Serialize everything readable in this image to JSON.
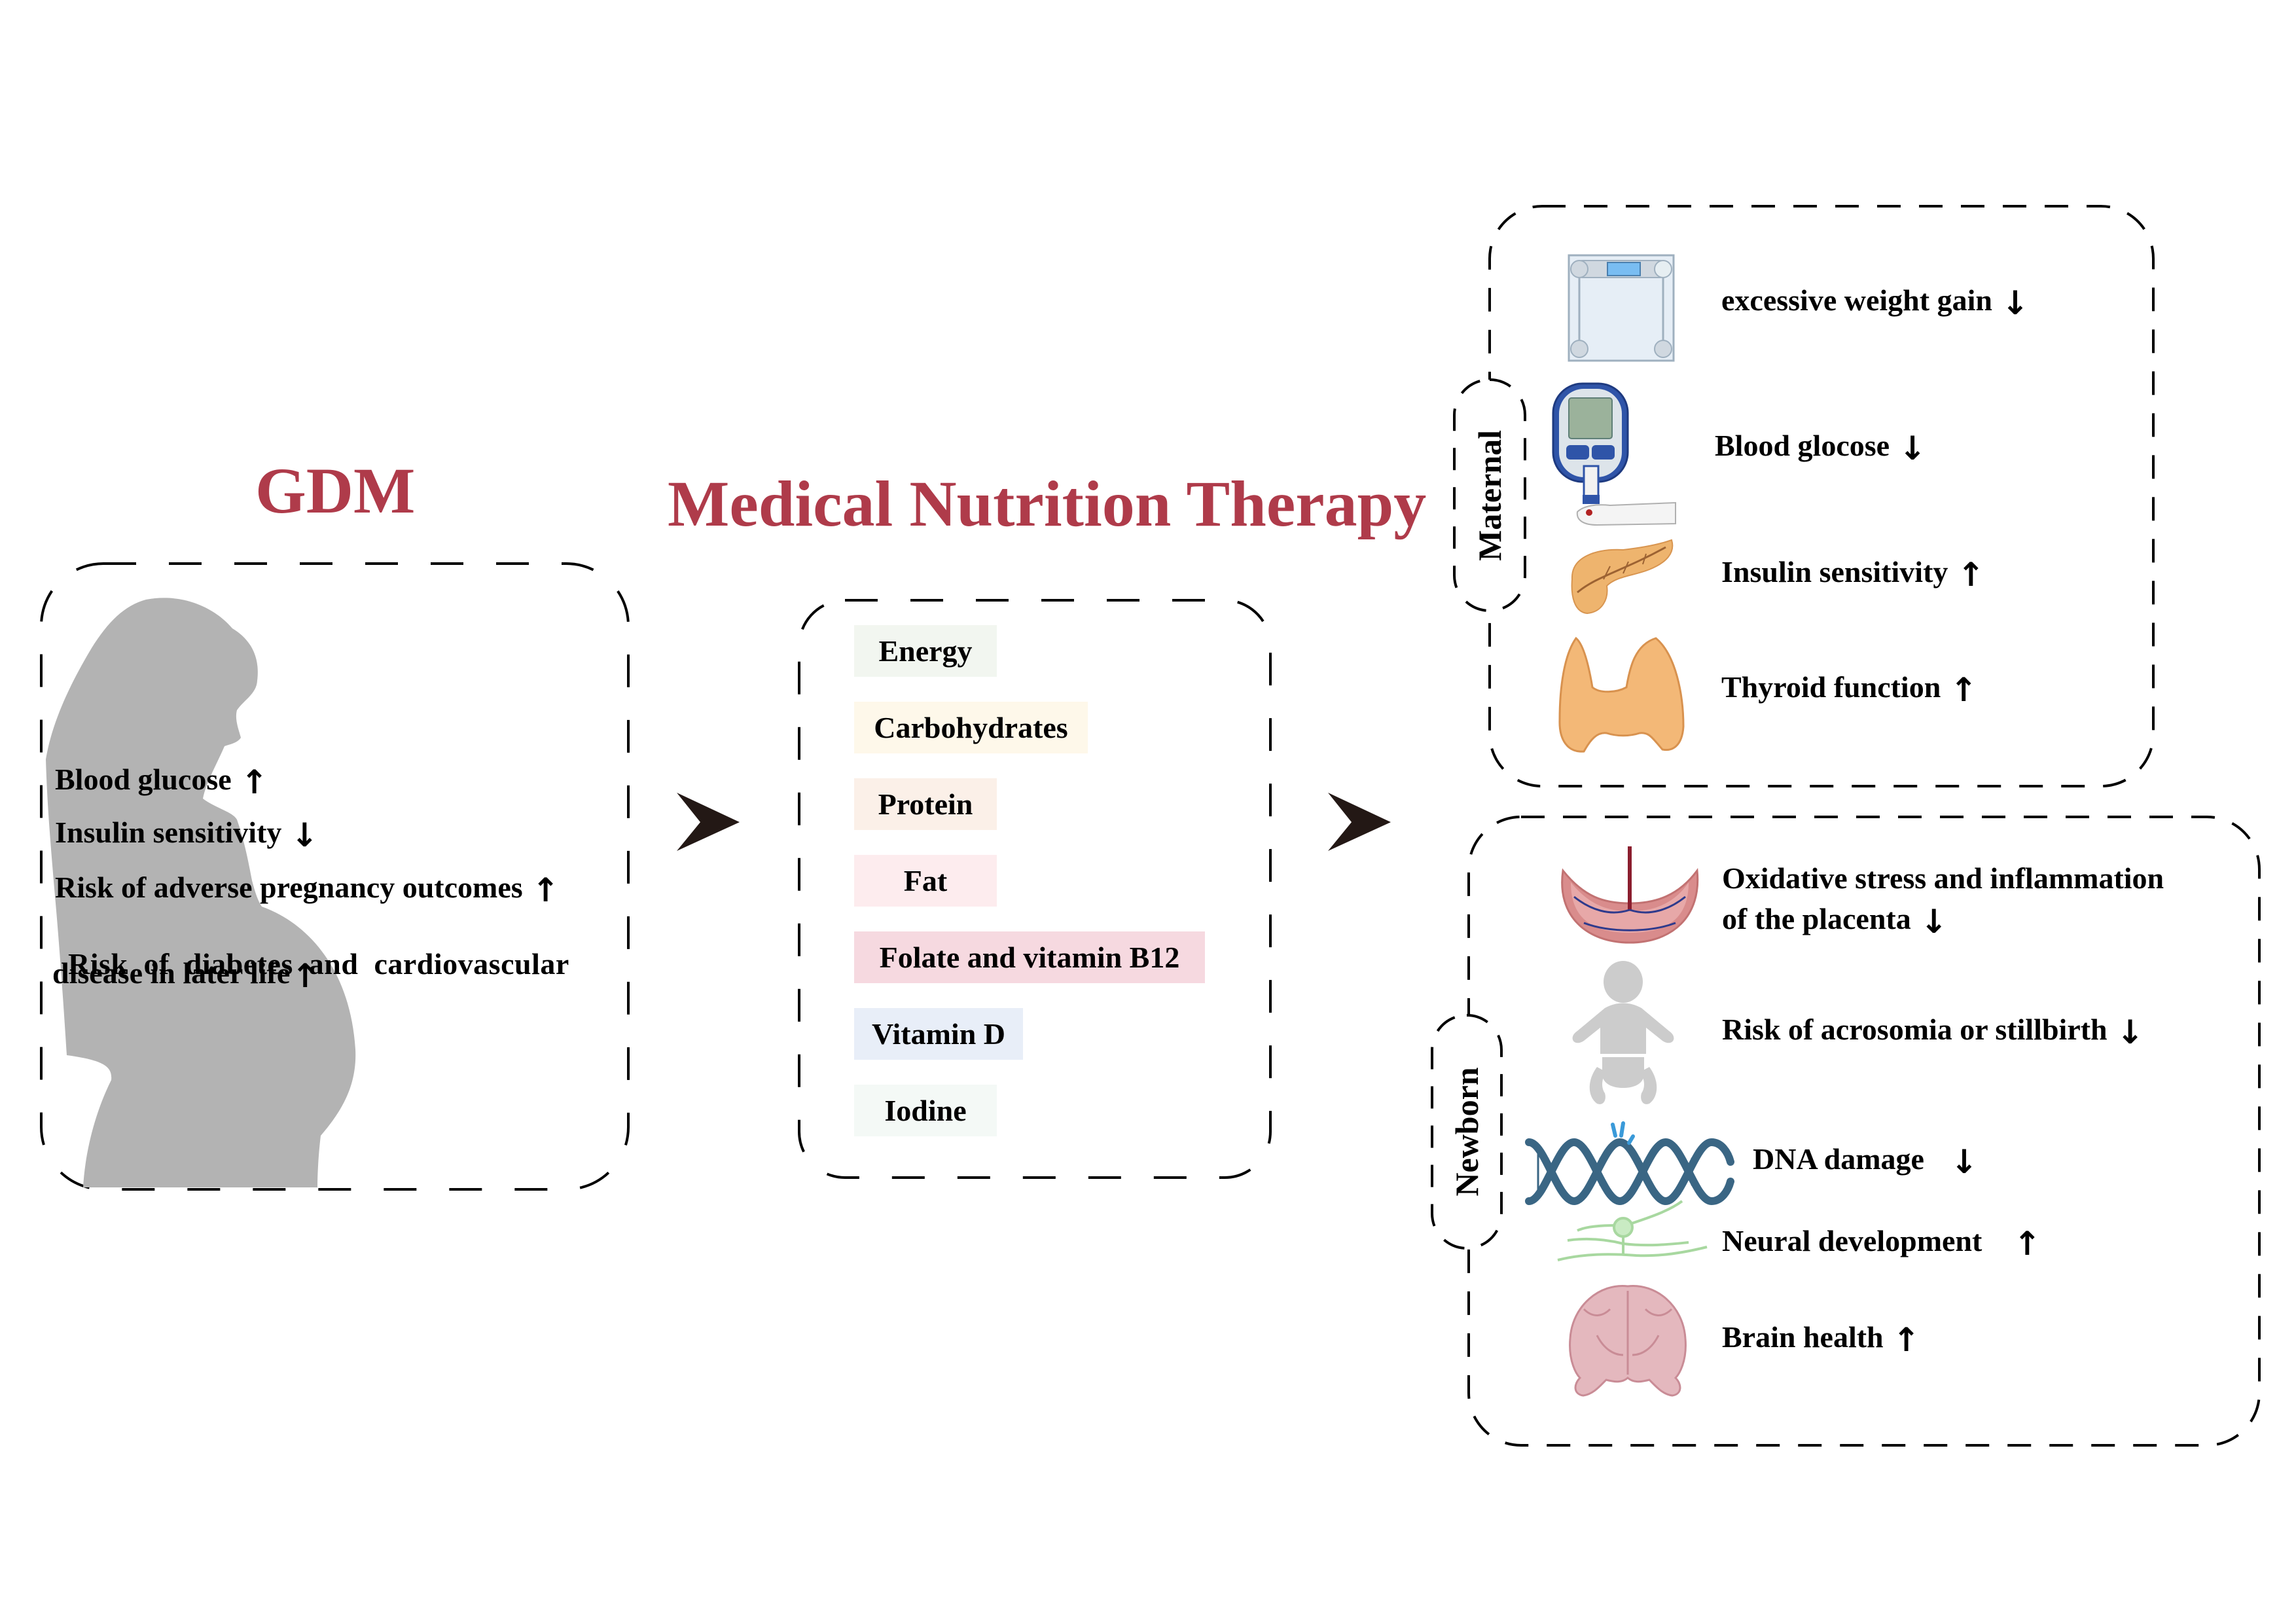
{
  "gdm": {
    "title": "GDM",
    "effects": [
      {
        "label": "Blood glucose",
        "direction": "up",
        "arrow": "↑"
      },
      {
        "label": "Insulin sensitivity",
        "direction": "down",
        "arrow": "↓"
      },
      {
        "label": "Risk of adverse pregnancy outcomes",
        "direction": "up",
        "arrow": "↑"
      },
      {
        "label": "Risk  of  diabetes  and  cardiovascular",
        "direction": "",
        "arrow": ""
      },
      {
        "label": "disease in later life",
        "direction": "up",
        "arrow": "↑"
      }
    ],
    "silhouette_icon": "pregnant-woman-silhouette"
  },
  "mnt": {
    "title": "Medical Nutrition Therapy",
    "nutrients": [
      {
        "label": "Energy",
        "color": "#F2F6F0"
      },
      {
        "label": "Carbohydrates",
        "color": "#FEF8EA"
      },
      {
        "label": "Protein",
        "color": "#FBF0E8"
      },
      {
        "label": "Fat",
        "color": "#FDECEE"
      },
      {
        "label": "Folate and vitamin B12",
        "color": "#F6D9E0"
      },
      {
        "label": "Vitamin D",
        "color": "#E8EEF8"
      },
      {
        "label": "Iodine",
        "color": "#F4F9F6"
      }
    ]
  },
  "flow_arrows": [
    "arrow-right-icon",
    "arrow-right-icon"
  ],
  "maternal": {
    "label": "Maternal",
    "outcomes": [
      {
        "label": "excessive weight gain",
        "arrow": "↓",
        "icon": "weight-scale-icon"
      },
      {
        "label": "Blood glocose",
        "arrow": "↓",
        "icon": "glucometer-icon"
      },
      {
        "label": "Insulin sensitivity",
        "arrow": "↑",
        "icon": "pancreas-icon"
      },
      {
        "label": "Thyroid function",
        "arrow": "↑",
        "icon": "thyroid-icon"
      }
    ]
  },
  "newborn": {
    "label": "Newborn",
    "outcomes": [
      {
        "label_line1": "Oxidative stress and inflammation",
        "label_line2": "of the placenta",
        "arrow": "↓",
        "icon": "placenta-icon"
      },
      {
        "label": "Risk of acrosomia or stillbirth",
        "arrow": "↓",
        "icon": "baby-icon"
      },
      {
        "label": "DNA damage",
        "arrow": "↓",
        "icon": "dna-icon"
      },
      {
        "label": "Neural development",
        "arrow": "↑",
        "icon": "neuron-icon"
      },
      {
        "label": "Brain health",
        "arrow": "↑",
        "icon": "brain-icon"
      }
    ]
  },
  "colors": {
    "title": "#AF3B4A",
    "silhouette": "#B3B3B3",
    "arrow": "#231815"
  }
}
